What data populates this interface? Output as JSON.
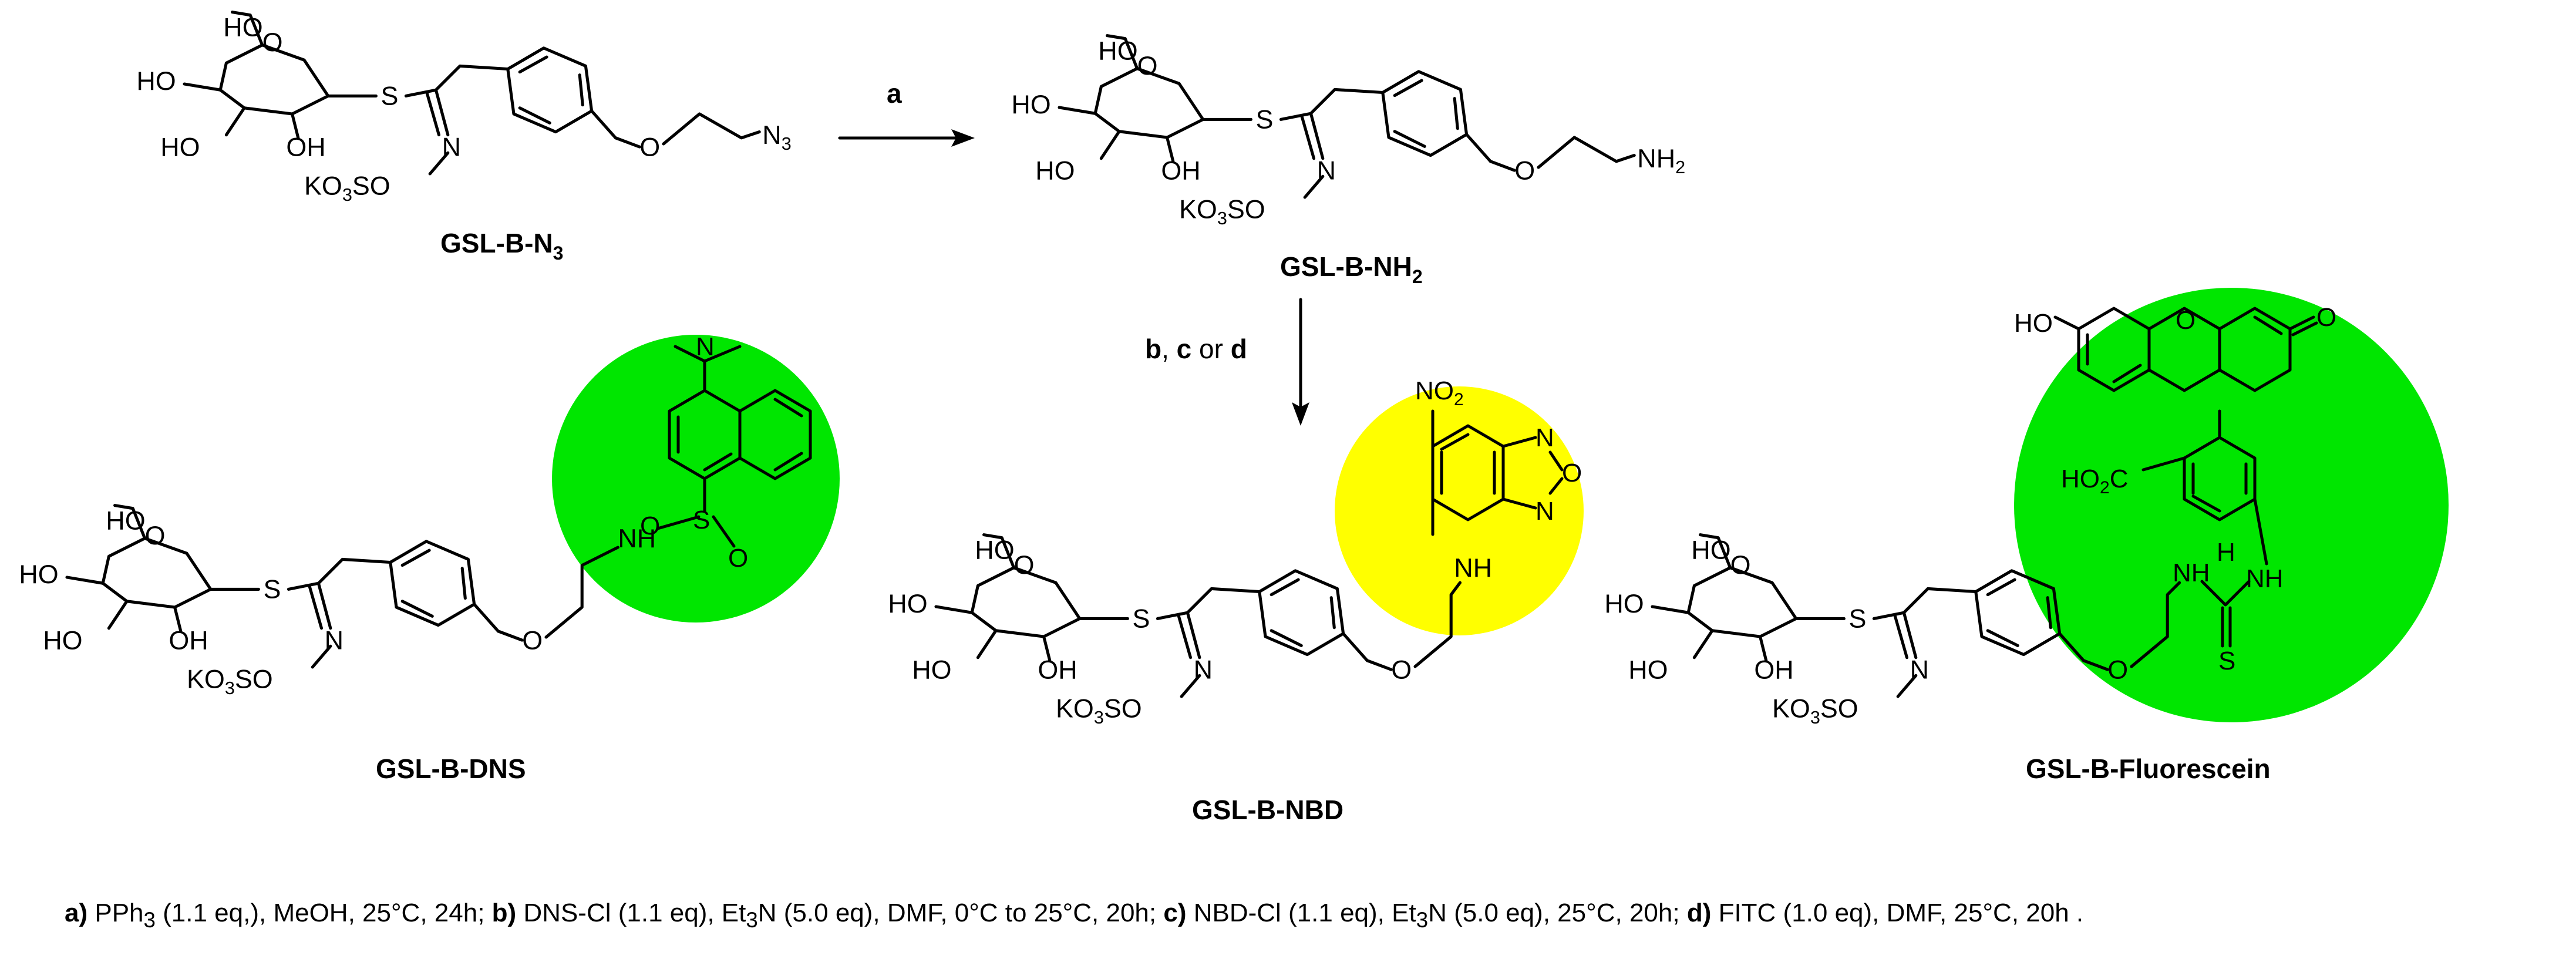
{
  "compounds": {
    "azide": {
      "label": "GSL-B-N",
      "label_sub": "3"
    },
    "amine": {
      "label": "GSL-B-NH",
      "label_sub": "2"
    },
    "dns": {
      "label": "GSL-B-DNS"
    },
    "nbd": {
      "label": "GSL-B-NBD"
    },
    "fluorescein": {
      "label": "GSL-B-Fluorescein"
    }
  },
  "arrows": {
    "step_a": {
      "label": "a"
    },
    "step_bcd": {
      "label_b": "b",
      "sep1": ", ",
      "label_c": "c",
      "sep2": " or ",
      "label_d": "d"
    }
  },
  "atoms": {
    "HO": "HO",
    "OH": "OH",
    "O": "O",
    "S": "S",
    "N": "N",
    "NH": "NH",
    "H": "H",
    "KO3SO": {
      "a": "KO",
      "sub": "3",
      "b": "SO"
    },
    "N3": {
      "a": "N",
      "sub": "3"
    },
    "NH2": {
      "a": "NH",
      "sub": "2"
    },
    "NO2": {
      "a": "NO",
      "sub": "2"
    },
    "HO2C": {
      "a": "HO",
      "sub": "2",
      "b": "C"
    },
    "dns_SO2": "S",
    "dns_N": "N"
  },
  "highlights": {
    "dns_color": "#00e600",
    "nbd_color": "#ffff00",
    "fluorescein_color": "#00e600"
  },
  "conditions": [
    {
      "key": "a)",
      "text": " PPh",
      "sub": "3",
      "rest": " (1.1 eq,), MeOH, 25°C, 24h; "
    },
    {
      "key": "b)",
      "text": " DNS-Cl (1.1 eq), Et",
      "sub": "3",
      "rest": "N (5.0 eq), DMF,  0°C to 25°C, 20h; "
    },
    {
      "key": "c)",
      "text": " NBD-Cl (1.1 eq), Et",
      "sub": "3",
      "rest": "N (5.0 eq), 25°C, 20h; "
    },
    {
      "key": "d)",
      "text": " FITC (1.0 eq), DMF,  25°C, 20h .",
      "sub": "",
      "rest": ""
    }
  ]
}
